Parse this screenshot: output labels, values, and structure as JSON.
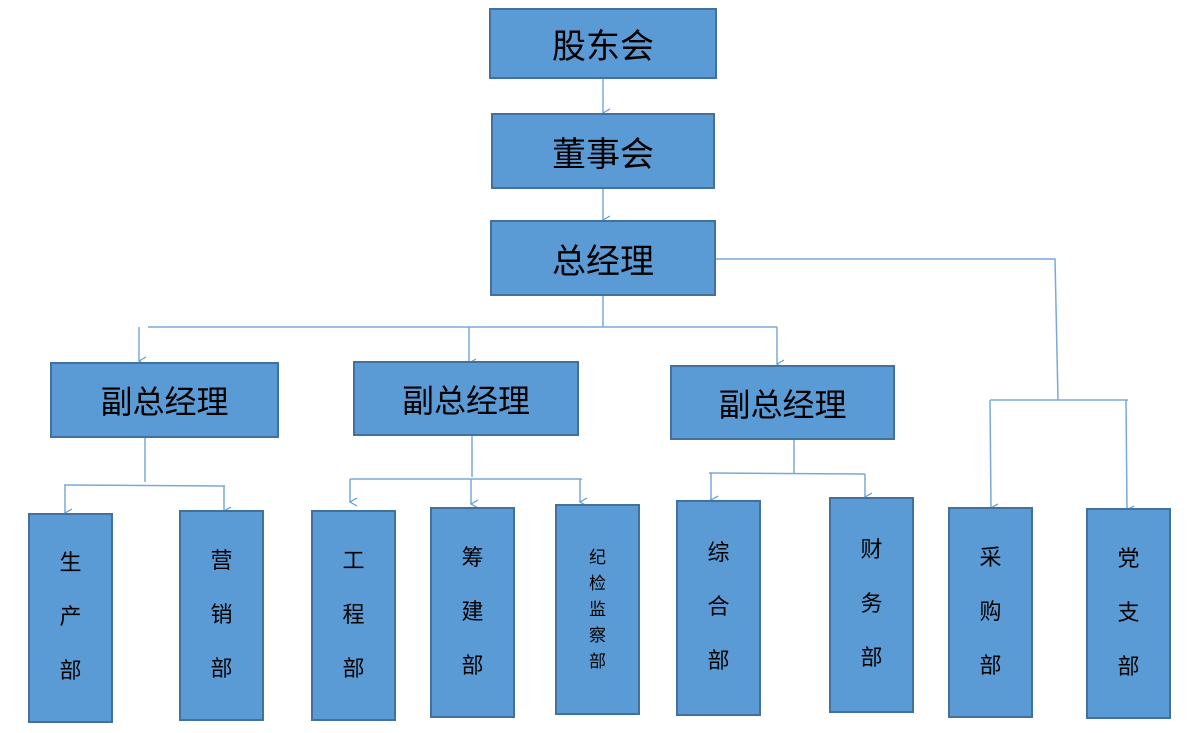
{
  "chart": {
    "top": [
      {
        "id": "shareholders",
        "label": "股东会"
      },
      {
        "id": "board",
        "label": "董事会"
      },
      {
        "id": "gm",
        "label": "总经理"
      }
    ],
    "vps": [
      {
        "id": "vp1",
        "label": "副总经理"
      },
      {
        "id": "vp2",
        "label": "副总经理"
      },
      {
        "id": "vp3",
        "label": "副总经理"
      }
    ],
    "departments": [
      {
        "id": "production",
        "label": "生产部",
        "parent": "vp1"
      },
      {
        "id": "marketing",
        "label": "营销部",
        "parent": "vp1"
      },
      {
        "id": "engineering",
        "label": "工程部",
        "parent": "vp2"
      },
      {
        "id": "preparation",
        "label": "筹建部",
        "parent": "vp2"
      },
      {
        "id": "discipline",
        "label": "纪检监察部",
        "parent": "vp2"
      },
      {
        "id": "general",
        "label": "综合部",
        "parent": "vp3"
      },
      {
        "id": "finance",
        "label": "财务部",
        "parent": "vp3"
      },
      {
        "id": "purchasing",
        "label": "采购部",
        "parent": "gm"
      },
      {
        "id": "party",
        "label": "党支部",
        "parent": "gm"
      }
    ],
    "colors": {
      "box_fill": "#5b9bd5",
      "box_border": "#41719c",
      "connector": "#5b9bd5"
    }
  }
}
